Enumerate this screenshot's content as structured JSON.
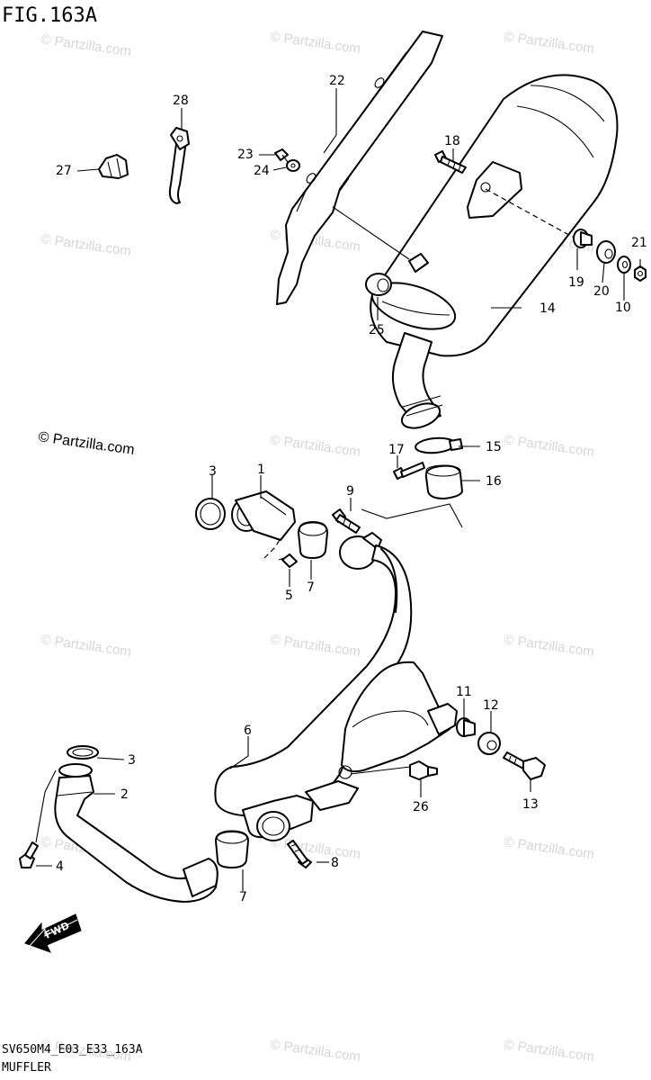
{
  "figure_title": "FIG.163A",
  "footer": {
    "code": "SV650M4_E03_E33_163A",
    "section": "MUFFLER"
  },
  "watermark": "© Partzilla.com",
  "fwd_label": "FWD",
  "callouts": {
    "p1": "1",
    "p2": "2",
    "p3a": "3",
    "p3b": "3",
    "p4": "4",
    "p5": "5",
    "p6": "6",
    "p7a": "7",
    "p7b": "7",
    "p8": "8",
    "p9": "9",
    "p10": "10",
    "p11": "11",
    "p12": "12",
    "p13": "13",
    "p14": "14",
    "p15": "15",
    "p16": "16",
    "p17": "17",
    "p18": "18",
    "p19": "19",
    "p20": "20",
    "p21": "21",
    "p22": "22",
    "p23": "23",
    "p24": "24",
    "p25": "25",
    "p26": "26",
    "p27": "27",
    "p28": "28"
  }
}
